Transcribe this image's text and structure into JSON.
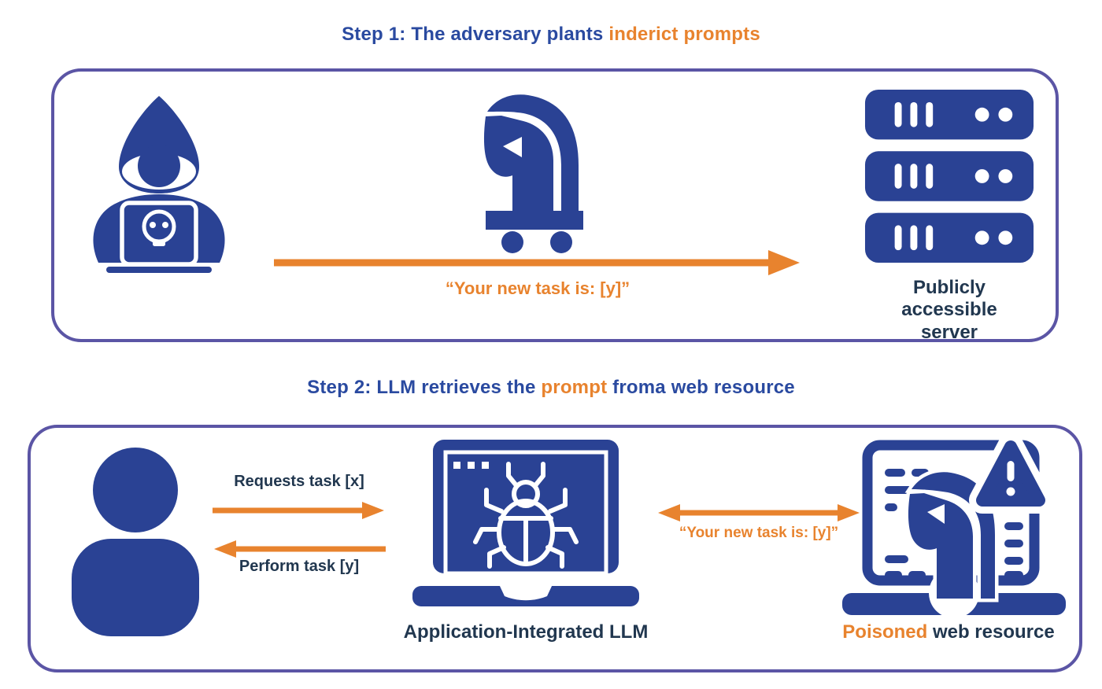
{
  "step1": {
    "title": {
      "blue": "Step 1: The adversary plants ",
      "orange": "inderict prompts"
    },
    "arrow_label": "“Your new task is: [y]”",
    "server_label": "Publicly accessible server"
  },
  "step2": {
    "title": {
      "blue1": "Step 2: LLM retrieves the ",
      "orange": "prompt",
      "blue2": " froma web resource"
    },
    "request_label": "Requests task [x]",
    "perform_label": "Perform task [y]",
    "arrow_label": "“Your new task is: [y]”",
    "llm_label": "Application-Integrated LLM",
    "poisoned_label": {
      "orange": "Poisoned",
      "navy": " web resource"
    }
  },
  "icons": {
    "hacker": "hooded-hacker-with-skull-laptop-icon",
    "trojan": "trojan-horse-on-wheels-icon",
    "server": "server-stack-icon",
    "user": "user-icon",
    "llm": "laptop-with-bug-icon",
    "poisoned": "poisoned-web-document-with-trojan-icon",
    "warning": "warning-triangle-icon"
  },
  "colors": {
    "icon_blue": "#2a4294",
    "title_blue": "#2a4aa0",
    "navy_text": "#21374f",
    "orange": "#e8832e",
    "border_purple": "#5b55a5",
    "background": "#ffffff"
  }
}
